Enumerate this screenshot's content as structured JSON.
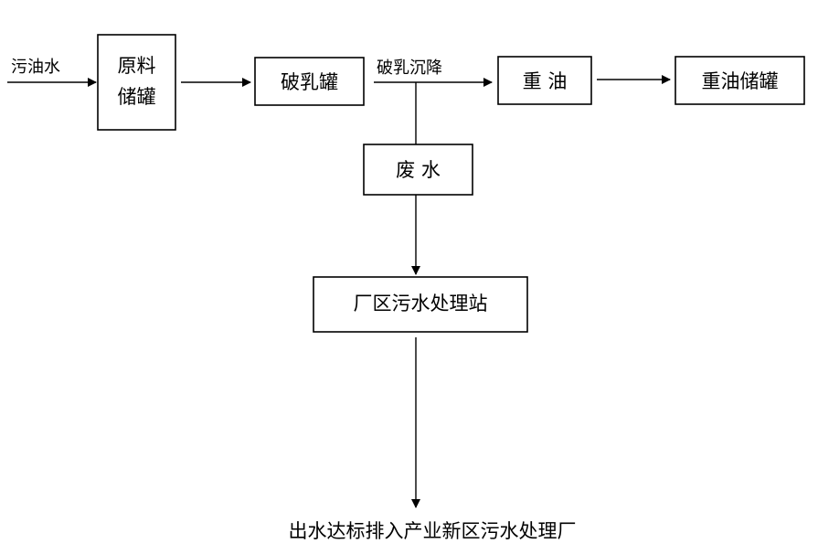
{
  "nodes": {
    "raw_tank_line1": "原料",
    "raw_tank_line2": "储罐",
    "demulsify_tank": "破乳罐",
    "heavy_oil": "重  油",
    "heavy_oil_tank": "重油储罐",
    "waste_water": "废  水",
    "plant_wwtp": "厂区污水处理站"
  },
  "labels": {
    "input": "污油水",
    "demulsify_settle": "破乳沉降",
    "final_output": "出水达标排入产业新区污水处理厂"
  }
}
